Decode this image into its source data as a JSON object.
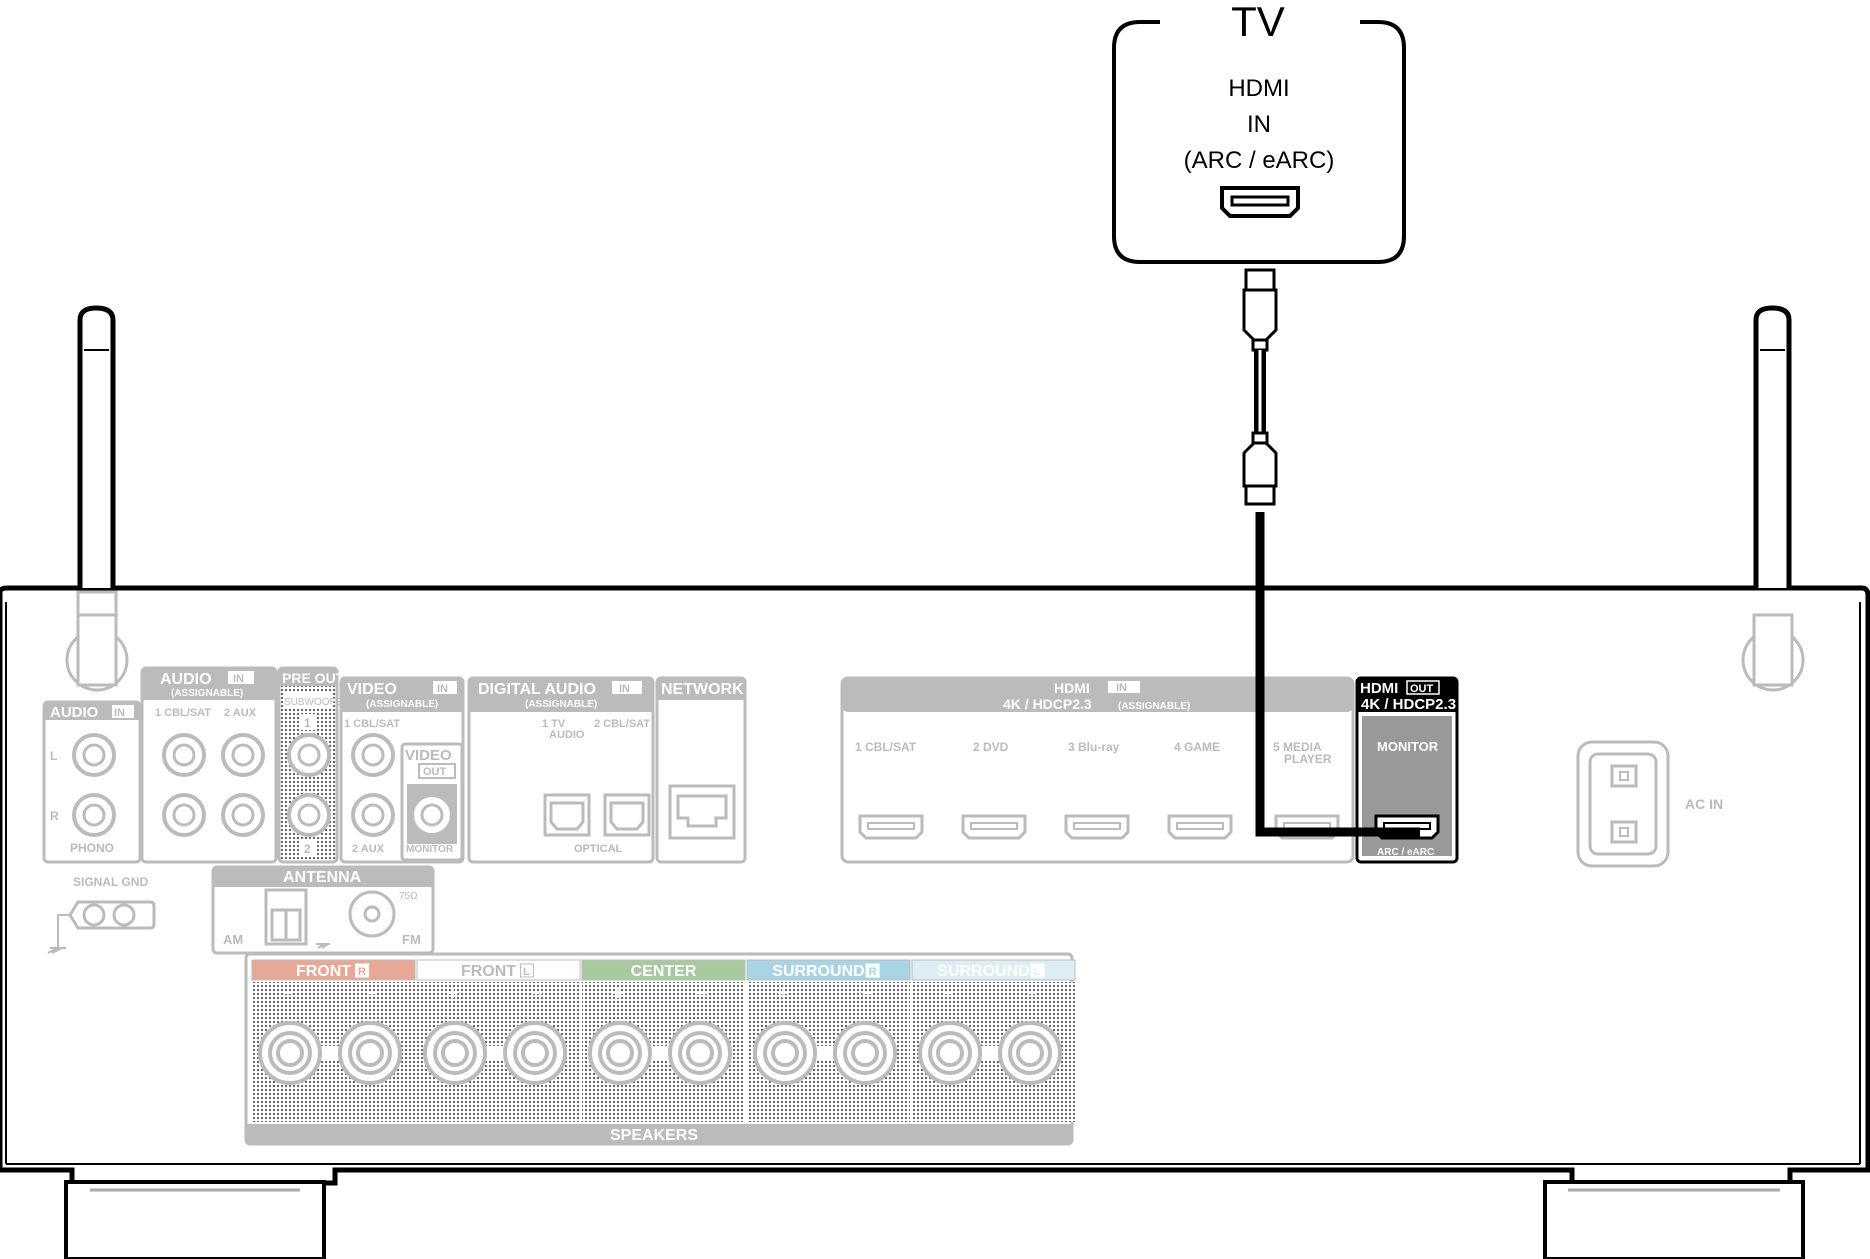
{
  "tv": {
    "title": "TV",
    "port_line1": "HDMI",
    "port_line2": "IN",
    "port_line3": "(ARC / eARC)"
  },
  "panel": {
    "audio_in_assignable": {
      "title": "AUDIO",
      "badge": "IN",
      "sub": "(ASSIGNABLE)",
      "in1": "1 CBL/SAT",
      "in2": "2 AUX"
    },
    "audio_in_phono": {
      "title": "AUDIO",
      "badge": "IN",
      "left": "L",
      "right": "R",
      "name": "PHONO"
    },
    "pre_out": {
      "title": "PRE OUT",
      "sub": "SUBWOOFER",
      "n1": "1",
      "n2": "2"
    },
    "video_in": {
      "title": "VIDEO",
      "badge": "IN",
      "sub": "(ASSIGNABLE)",
      "in1": "1 CBL/SAT",
      "in2": "2  AUX"
    },
    "video_out": {
      "title": "VIDEO",
      "badge": "OUT",
      "name": "MONITOR"
    },
    "digital_audio": {
      "title": "DIGITAL AUDIO",
      "badge": "IN",
      "sub": "(ASSIGNABLE)",
      "in1a": "1   TV",
      "in1b": "AUDIO",
      "in2": "2 CBL/SAT",
      "name": "OPTICAL"
    },
    "network": {
      "title": "NETWORK"
    },
    "hdmi_in": {
      "title": "HDMI",
      "badge": "IN",
      "sub": "4K / HDCP2.3",
      "sub2": "(ASSIGNABLE)",
      "inputs": [
        "1  CBL/SAT",
        "2  DVD",
        "3  Blu-ray",
        "4  GAME",
        "5  MEDIA"
      ],
      "input5_line2": "PLAYER"
    },
    "hdmi_out": {
      "title": "HDMI",
      "badge": "OUT",
      "sub": "4K / HDCP2.3",
      "name": "MONITOR",
      "port": "ARC / eARC"
    },
    "ac_in": {
      "label": "AC IN"
    },
    "signal_gnd": {
      "label": "SIGNAL GND"
    },
    "antenna": {
      "title": "ANTENNA",
      "am": "AM",
      "fm": "FM",
      "ohm": "75Ω"
    },
    "speakers": {
      "title": "SPEAKERS",
      "channels": [
        {
          "name": "FRONT",
          "side": "R",
          "color": "#e8a898"
        },
        {
          "name": "FRONT",
          "side": "L",
          "color": "#ffffff"
        },
        {
          "name": "CENTER",
          "side": "",
          "color": "#a8c8a0"
        },
        {
          "name": "SURROUND",
          "side": "R",
          "color": "#a8d4e4"
        },
        {
          "name": "SURROUND",
          "side": "L",
          "color": "#dceef4"
        }
      ],
      "plus": "+",
      "minus": "−"
    }
  }
}
